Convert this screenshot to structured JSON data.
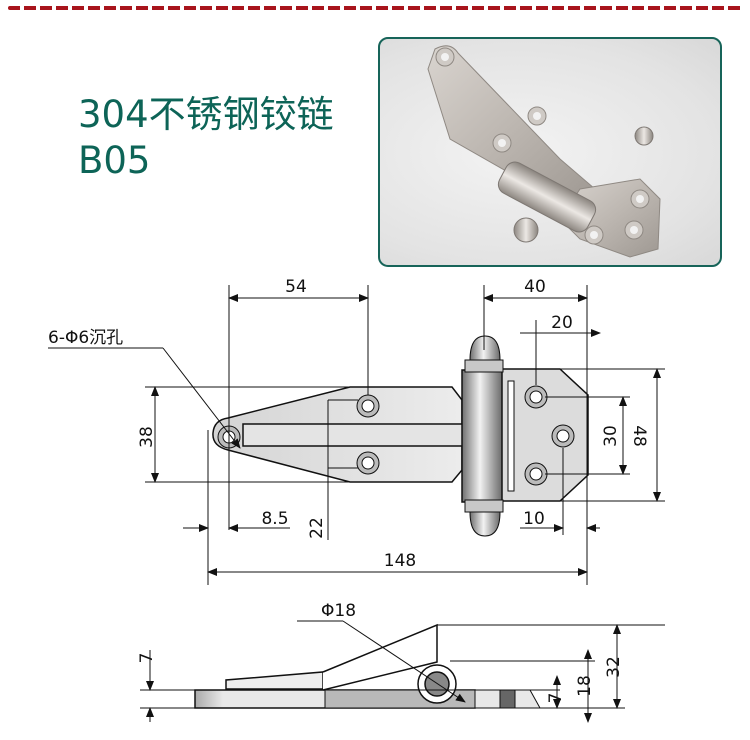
{
  "header": {
    "decorative_border_color": "#a8141c",
    "title_line1": "304不锈钢铰链",
    "title_line2": "B05",
    "title_color": "#0d6457"
  },
  "photo": {
    "alt": "stainless steel hinge product photo",
    "frame_color": "#176459"
  },
  "top_view": {
    "hole_callout": "6-Φ6沉孔",
    "dimensions": {
      "hole_spacing_left": "54",
      "right_leaf_width": "40",
      "right_hole_offset": "20",
      "left_leaf_height": "38",
      "edge_to_hole": "8.5",
      "left_hole_spacing": "22",
      "right_edge_to_hole": "10",
      "overall_length": "148",
      "right_hole_spacing": "30",
      "right_leaf_height": "48"
    }
  },
  "side_view": {
    "pin_diameter": "Φ18",
    "dimensions": {
      "plate_thickness_left": "7",
      "plate_thickness_right": "7",
      "knuckle_height": "18",
      "overall_height": "32"
    }
  }
}
